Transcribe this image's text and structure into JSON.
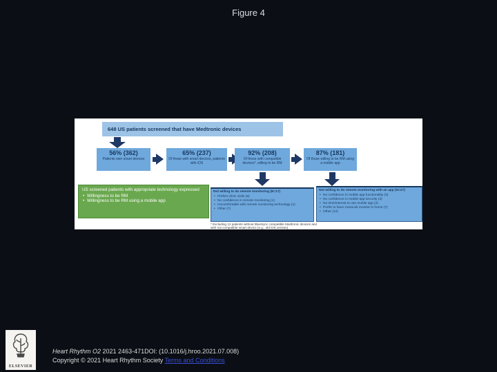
{
  "page": {
    "title": "Figure 4"
  },
  "colors": {
    "background": "#0b0f15",
    "panel": "#ffffff",
    "header_box": "#9dc3e6",
    "stat_box": "#6fa8dc",
    "arrow": "#1f3864",
    "green_box": "#6aa84f",
    "box_text": "#17375e",
    "link": "#3b4fd8"
  },
  "flowchart": {
    "header": "648 US patients screened that have Medtronic devices",
    "boxes": [
      {
        "stat": "56% (362)",
        "label": "Patients own smart devices"
      },
      {
        "stat": "65% (237)",
        "label": "Of those with smart devices, patients with iOS"
      },
      {
        "stat": "92% (208)",
        "label": "Of those with compatible devices*, willing to be RM"
      },
      {
        "stat": "87% (181)",
        "label": "Of those willing to be RM using a mobile app"
      }
    ],
    "green_box": {
      "title": "US screened patients with appropriate technology expressed",
      "bullets": [
        "Willingness to be RM",
        "Willingness to be RM using a mobile app"
      ]
    },
    "not_willing_rm": {
      "title": "Not willing to do remote monitoring (N=17)",
      "bullets": [
        "Prefers clinic visits (8)",
        "No confidence in remote monitoring (1)",
        "Uncomfortable with remote monitoring technology (1)",
        "Other (7)"
      ]
    },
    "not_willing_app": {
      "title": "Not willing to do remote monitoring with an app (N=27)",
      "bullets": [
        "No confidence in mobile app functionality (3)",
        "No confidence in mobile app security (3)",
        "No time/interest to use mobile app (2)",
        "Prefer to have CareLink monitor in home (7)",
        "Other (12)"
      ]
    },
    "footnote": "* Excluding 12 patients without BlueSync compatible Medtronic devices and with not compatible smart device (e.g., old iOS version)"
  },
  "footer": {
    "logo_text": "ELSEVIER",
    "citation_journal": "Heart Rhythm O2",
    "citation_rest": " 2021 2463-471DOI: (10.1016/j.hroo.2021.07.008)",
    "copyright": "Copyright © 2021 Heart Rhythm Society ",
    "link_label": "Terms and Conditions"
  }
}
